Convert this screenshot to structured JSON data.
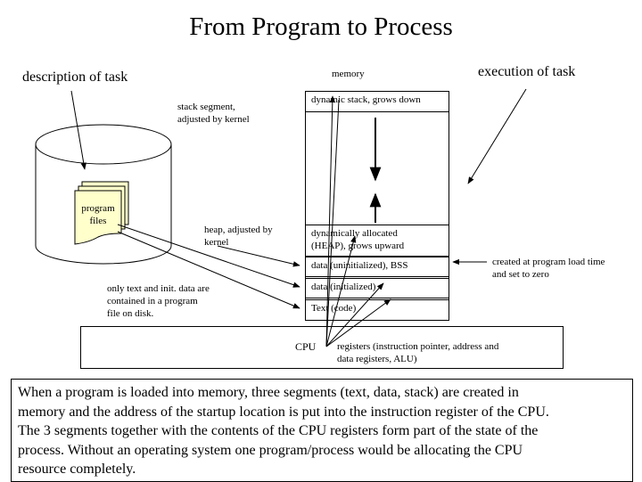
{
  "title": "From Program to Process",
  "labels": {
    "description_of_task": "description of task",
    "memory": "memory",
    "execution_of_task": "execution of task",
    "stack_segment_line1": "stack segment,",
    "stack_segment_line2": "adjusted by kernel",
    "heap_line1": "heap, adjusted by",
    "heap_line2": "kernel",
    "program_files_line1": "program",
    "program_files_line2": "files",
    "only_text_line1": "only text and init. data are",
    "only_text_line2": "contained in a program",
    "only_text_line3": "file on disk.",
    "created_line1": "created at program load time",
    "created_line2": "and set to zero",
    "cpu": "CPU",
    "registers_line1": "registers (instruction pointer, address and",
    "registers_line2": "data registers, ALU)"
  },
  "memory_segments": {
    "stack": "dynamic stack, grows down",
    "heap_line1": "dynamically allocated",
    "heap_line2": "(HEAP), grows upward",
    "bss": "data (uninitialized), BSS",
    "data_init": "data (initialized)",
    "text": "Text (code)"
  },
  "description": {
    "line1": "When a program is loaded into memory, three segments (text, data, stack) are created in",
    "line2": "memory and the address of the startup location is put into the instruction register of the CPU.",
    "line3": "The 3 segments together with the contents of the CPU registers form part of the state of the",
    "line4": "process. Without an operating system one program/process would be allocating the CPU",
    "line5": "resource completely."
  },
  "colors": {
    "program_files_fill": "#ffffcc",
    "line": "#000000"
  }
}
